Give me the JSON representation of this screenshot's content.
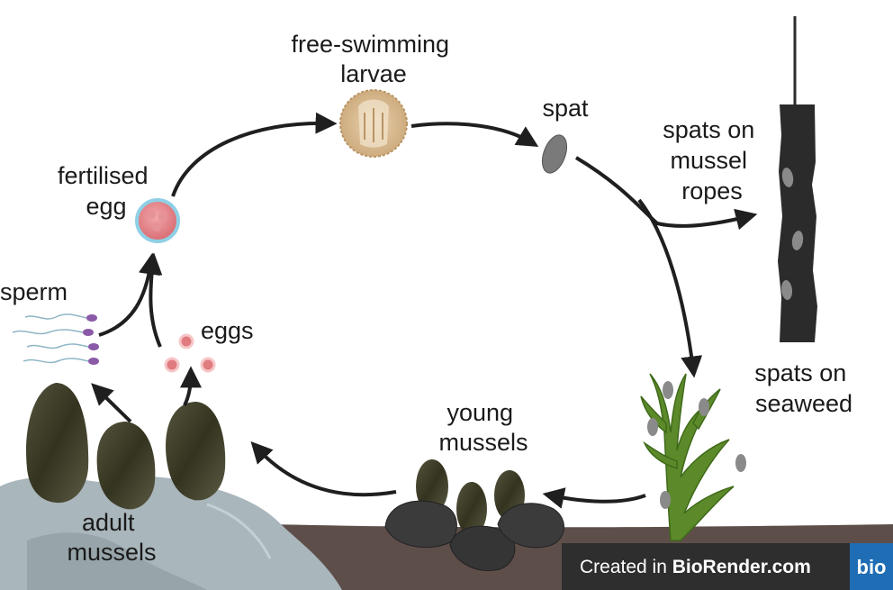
{
  "labels": {
    "larvae_line1": "free-swimming",
    "larvae_line2": "larvae",
    "spat": "spat",
    "ropes_line1": "spats on",
    "ropes_line2": "mussel",
    "ropes_line3": "ropes",
    "seaweed_line1": "spats on",
    "seaweed_line2": "seaweed",
    "young_line1": "young",
    "young_line2": "mussels",
    "adult_line1": "adult",
    "adult_line2": "mussels",
    "sperm": "sperm",
    "eggs": "eggs",
    "fert_line1": "fertilised",
    "fert_line2": "egg"
  },
  "credit": {
    "prefix": "Created in ",
    "brand": "BioRender.com",
    "badge": "bio"
  },
  "colors": {
    "arrow": "#1f1f1f",
    "rock": "#a9b6bb",
    "ground": "#5e4e4a",
    "mussel": "#3a3a2e",
    "rope": "#2b2b2b",
    "seaweed": "#5c8a2a",
    "egg": "#e07c80",
    "larva": "#d9b98a",
    "credit_bg": "#2e2e2e",
    "badge_bg": "#1f6db5"
  }
}
